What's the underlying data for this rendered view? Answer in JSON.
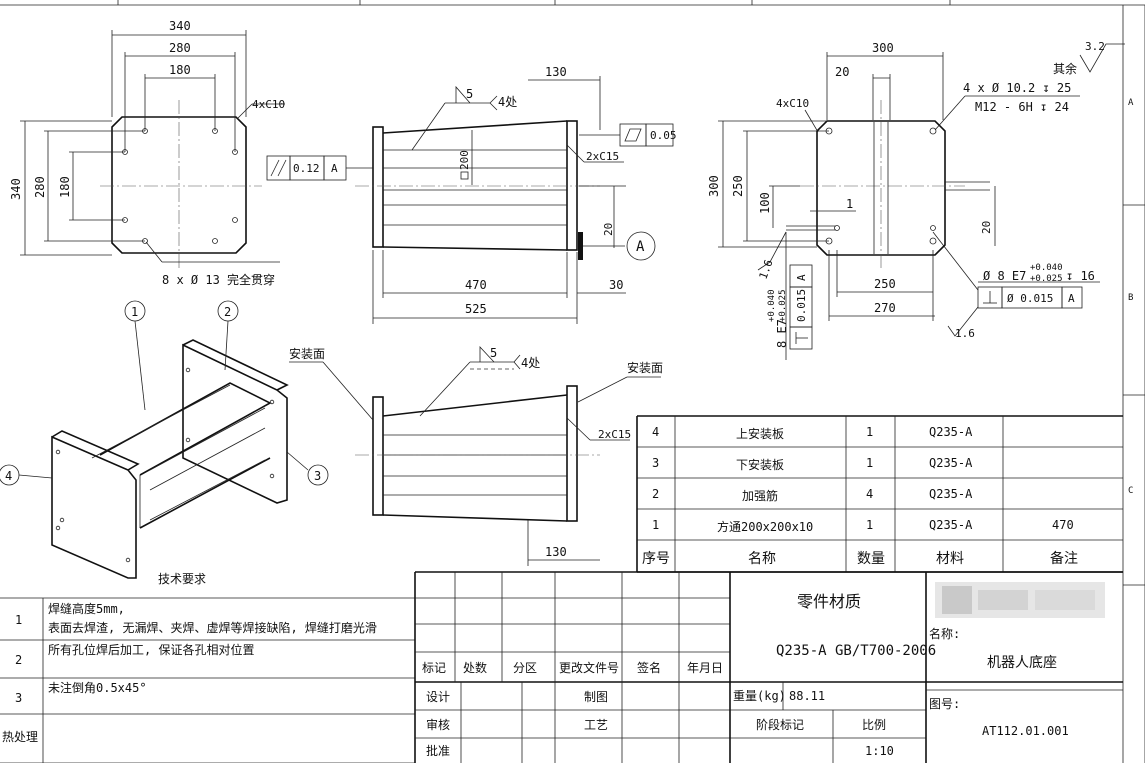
{
  "drawing": {
    "front_view": {
      "dims": [
        "340",
        "280",
        "180",
        "340",
        "280",
        "180"
      ],
      "chamfer": "4xC10",
      "hole_note": "8 x Ø 13 完全贯穿"
    },
    "side_view_top": {
      "dim_130": "130",
      "weld_symbol": "5",
      "weld_count": "4处",
      "height_200": "200",
      "chamfer": "2xC15",
      "flatness_value": "0.05",
      "parallel_value": "0.12",
      "parallel_datum": "A",
      "dim_20": "20",
      "datum": "A",
      "dim_470": "470",
      "dim_525": "525",
      "dim_30": "30"
    },
    "right_view": {
      "dim_300": "300",
      "dim_20": "20",
      "chamfer": "4xC10",
      "hole_spec_1": "4 x Ø 10.2 ↧ 25",
      "hole_spec_2": "M12 - 6H ↧ 24",
      "roughness": "3.2",
      "roughness_rest": "其余",
      "dim_300_v": "300",
      "dim_250_v": "250",
      "dim_100": "100",
      "dim_1": "1",
      "dim_20_v": "20",
      "dim_250": "250",
      "dim_270": "270",
      "pin_hole": "Ø 8 E7",
      "tol_upper": "+0.040",
      "tol_lower": "+0.025",
      "depth": "↧ 16",
      "perp_value": "Ø 0.015",
      "perp_datum": "A",
      "left_pin": "8 E7",
      "left_tol_upper": "+0.040",
      "left_tol_lower": "+0.025",
      "left_perp_value": "0.015",
      "left_datum": "A",
      "roughness_16a": "1.6",
      "roughness_16b": "1.6"
    },
    "iso_view": {
      "balloon_1": "1",
      "balloon_2": "2",
      "balloon_3": "3",
      "balloon_4": "4"
    },
    "bottom_view": {
      "mount_face_left": "安装面",
      "mount_face_right": "安装面",
      "weld_symbol": "5",
      "weld_count": "4处",
      "chamfer": "2xC15",
      "dim_130": "130"
    }
  },
  "tech_req": {
    "title": "技术要求",
    "items": [
      {
        "no": "1",
        "text_1": "焊缝高度5mm,",
        "text_2": "表面去焊渣, 无漏焊、夹焊、虚焊等焊接缺陷, 焊缝打磨光滑"
      },
      {
        "no": "2",
        "text_1": "所有孔位焊后加工, 保证各孔相对位置",
        "text_2": ""
      },
      {
        "no": "3",
        "text_1": "未注倒角0.5x45°",
        "text_2": ""
      }
    ],
    "heat_label": "热处理"
  },
  "bom": {
    "rows": [
      {
        "no": "4",
        "name": "上安装板",
        "qty": "1",
        "material": "Q235-A",
        "note": ""
      },
      {
        "no": "3",
        "name": "下安装板",
        "qty": "1",
        "material": "Q235-A",
        "note": ""
      },
      {
        "no": "2",
        "name": "加强筋",
        "qty": "4",
        "material": "Q235-A",
        "note": ""
      },
      {
        "no": "1",
        "name": "方通200x200x10",
        "qty": "1",
        "material": "Q235-A",
        "note": "470"
      }
    ],
    "header": {
      "no": "序号",
      "name": "名称",
      "qty": "数量",
      "material": "材料",
      "note": "备注"
    }
  },
  "title_block": {
    "rev_labels": [
      "标记",
      "处数",
      "分区",
      "更改文件号",
      "签名",
      "年月日"
    ],
    "design": "设计",
    "drafting": "制图",
    "check": "审核",
    "process": "工艺",
    "approve": "批准",
    "material_title": "零件材质",
    "material": "Q235-A GB/T700-2006",
    "weight_label": "重量(kg)",
    "weight": "88.11",
    "stage_label": "阶段标记",
    "scale_label": "比例",
    "scale": "1:10",
    "name_label": "名称:",
    "name": "机器人底座",
    "drawing_no_label": "图号:",
    "drawing_no": "AT112.01.001"
  },
  "zones": [
    "A",
    "B",
    "C"
  ]
}
